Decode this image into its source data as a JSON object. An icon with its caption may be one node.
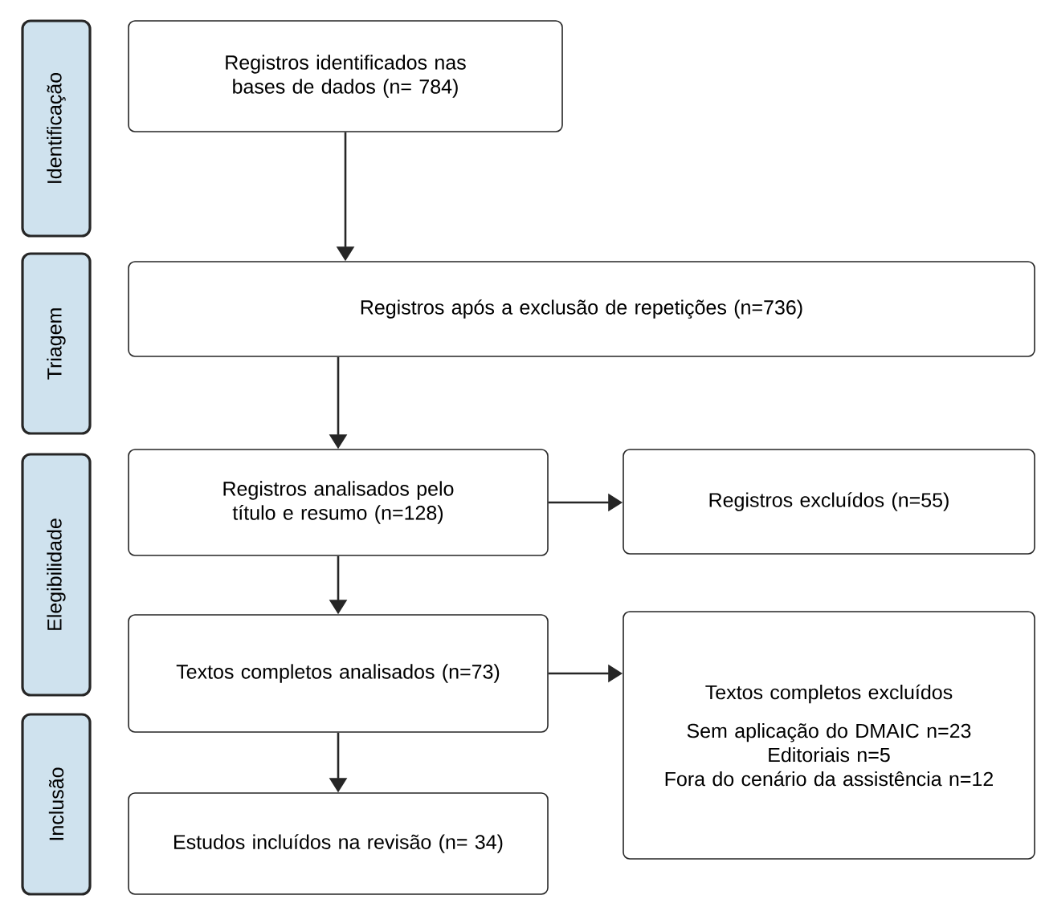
{
  "diagram": {
    "nodes": [
      {
        "text": [
          "Identificação"
        ]
      },
      {
        "text": [
          "Triagem"
        ]
      },
      {
        "text": [
          "Elegibilidade"
        ]
      },
      {
        "text": [
          "Inclusão"
        ]
      },
      {
        "text": [
          "Registros identificados nas bases de dados (n= 784)"
        ]
      },
      {
        "text": [
          "Registros após a exclusão de repetições (n=736)"
        ]
      },
      {
        "text": [
          "Registros analisados pelo título e resumo (n=128)"
        ]
      },
      {
        "text": [
          "Registros excluídos (n=55)"
        ]
      },
      {
        "text": [
          "Textos completos analisados (n=73)"
        ]
      },
      {
        "text": [
          "Textos completos excluídos",
          "Sem aplicação do DMAIC n=23",
          "Editoriais n=5",
          "Fora do cenário da assistência n=12"
        ]
      },
      {
        "text": [
          "Estudos incluídos na revisão (n= 34)"
        ]
      }
    ],
    "edges": [
      {
        "from": 4,
        "to": 5,
        "arrow": "to"
      },
      {
        "from": 5,
        "to": 6,
        "arrow": "to"
      },
      {
        "from": 6,
        "to": 7,
        "arrow": "to"
      },
      {
        "from": 6,
        "to": 8,
        "arrow": "to"
      },
      {
        "from": 8,
        "to": 9,
        "arrow": "to"
      },
      {
        "from": 8,
        "to": 10,
        "arrow": "to"
      }
    ]
  }
}
